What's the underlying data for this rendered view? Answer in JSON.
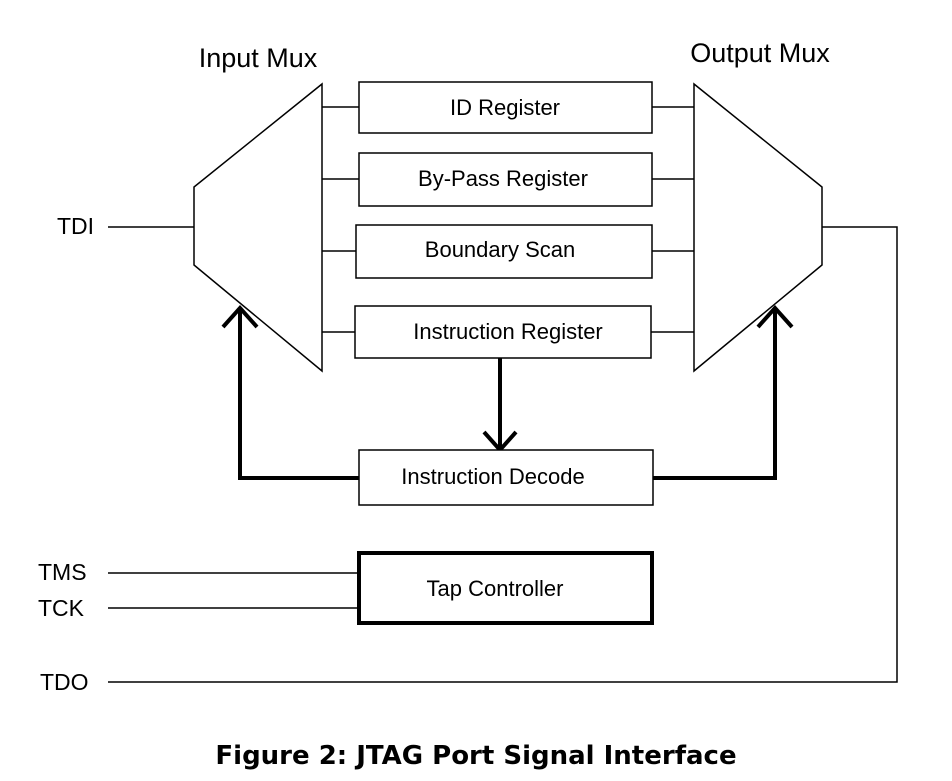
{
  "diagram": {
    "input_mux_label": "Input Mux",
    "output_mux_label": "Output Mux",
    "registers": {
      "id": "ID Register",
      "bypass": "By-Pass Register",
      "boundary": "Boundary Scan",
      "instruction": "Instruction Register"
    },
    "instruction_decode": "Instruction Decode",
    "tap_controller": "Tap Controller",
    "signals": {
      "tdi": "TDI",
      "tms": "TMS",
      "tck": "TCK",
      "tdo": "TDO"
    },
    "caption": "Figure 2: JTAG Port Signal Interface"
  }
}
